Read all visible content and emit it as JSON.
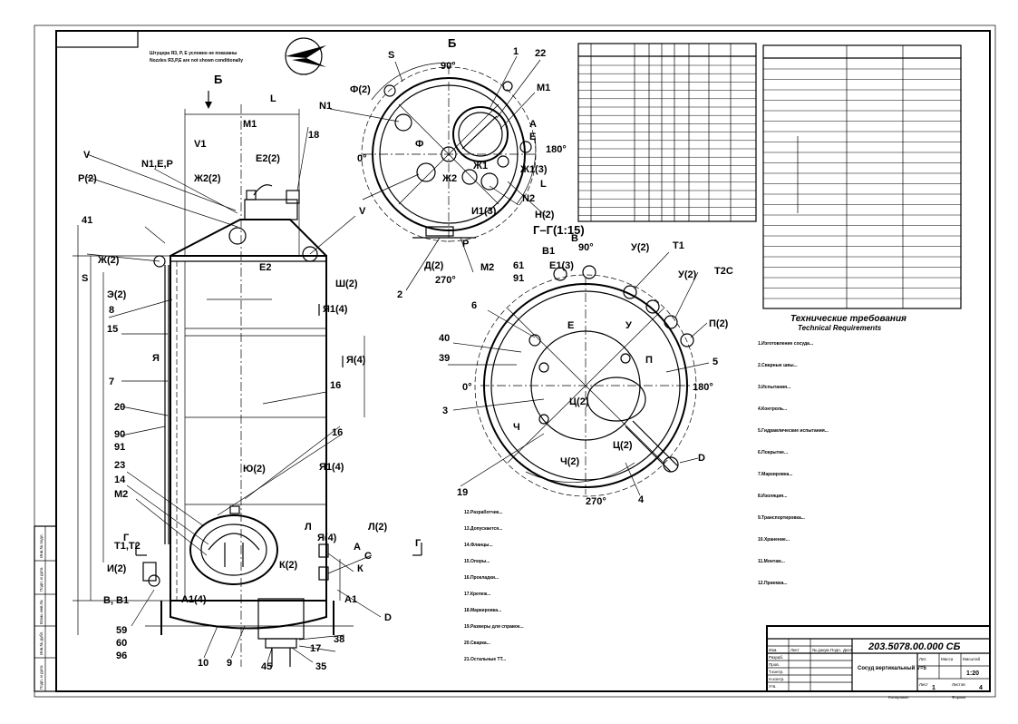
{
  "drawing": {
    "number": "203.5078.00.000 СБ",
    "top_note_ru": "Штуцера ЯЗ, Р, Е условно не показаны",
    "top_note_en": "Nozzles ЯЗ,Р,Е are not shown conditionally",
    "section_b": "Б",
    "section_gg": "Г–Г(1:15)",
    "tech_req_title_ru": "Технические требования",
    "tech_req_title_en": "Technical Requirements",
    "tech_req_lines": [
      "1.Изготовление сосуда...",
      "2.Сварные швы...",
      "3.Испытания...",
      "4.Контроль...",
      "5.Гидравлические испытания...",
      "6.Покрытие...",
      "7.Маркировка...",
      "8.Изоляция...",
      "9.Транспортировка...",
      "10.Хранение...",
      "11.Монтаж...",
      "12.Приемка..."
    ],
    "notes_lines": [
      "12.Разработчик...",
      "13.Допускается...",
      "14.Фланцы...",
      "15.Опоры...",
      "16.Прокладки...",
      "17.Крепеж...",
      "18.Маркировка...",
      "19.Размеры для справок...",
      "20.Сварка...",
      "21.Остальные ТТ..."
    ],
    "degrees": {
      "d0": "0°",
      "d90": "90°",
      "d180": "180°",
      "d270": "270°"
    },
    "callouts_main": [
      "41",
      "S",
      "8",
      "15",
      "7",
      "20",
      "90",
      "91",
      "23",
      "14",
      "M2",
      "T1,T2",
      "Г",
      "B, B1",
      "59",
      "60",
      "96",
      "10",
      "9",
      "45",
      "35",
      "38",
      "17",
      "D",
      "A1",
      "C",
      "A",
      "16",
      "Ю(2)",
      "M1",
      "V1",
      "E2(2)",
      "Ж2(2)",
      "18",
      "L",
      "N1,E,P",
      "V",
      "P(2)",
      "Ж(2)",
      "Э(2)",
      "Ш(2)",
      "E2",
      "Я1(4)",
      "Я(4)",
      "Я",
      "Л",
      "Л(2)",
      "К(2)",
      "К",
      "И(2)",
      "А1(4)"
    ],
    "callouts_top": [
      "Б",
      "90°",
      "S",
      "1",
      "22",
      "Ф(2)",
      "M1",
      "N1",
      "A",
      "E",
      "180°",
      "Ж1(3)",
      "L",
      "N2",
      "Н(2)",
      "0°",
      "Ф",
      "V",
      "И1(3)",
      "Р",
      "Д(2)",
      "M2",
      "2",
      "270°",
      "Ж1",
      "Ж2"
    ],
    "callouts_gg": [
      "B1",
      "E1(3)",
      "B",
      "90°",
      "У(2)",
      "T1",
      "61",
      "91",
      "T2C",
      "6",
      "E",
      "У(2)",
      "П(2)",
      "40",
      "39",
      "0°",
      "5",
      "180°",
      "3",
      "Ц(2)",
      "Ч",
      "Ц(2)",
      "D",
      "19",
      "270°",
      "4",
      "П",
      "У",
      "Ч(2)"
    ],
    "title_block": {
      "cells": [
        "Изм.",
        "Лист",
        "№ докум.",
        "Подп.",
        "Дата",
        "Разраб.",
        "Пров.",
        "Т.контр.",
        "Н.контр.",
        "Утв.",
        "Лит.",
        "Масса",
        "Масштаб",
        "Лист",
        "Листов",
        "1:20",
        "1",
        "4"
      ],
      "name": "Сосуд вертикальный V=5"
    },
    "side_strip": [
      "Инв.№ подл.",
      "Подп. и дата",
      "Взам. инв.№",
      "Инв.№ дубл.",
      "Подп. и дата"
    ],
    "bottom_marks": [
      "Копировал",
      "Формат"
    ]
  }
}
